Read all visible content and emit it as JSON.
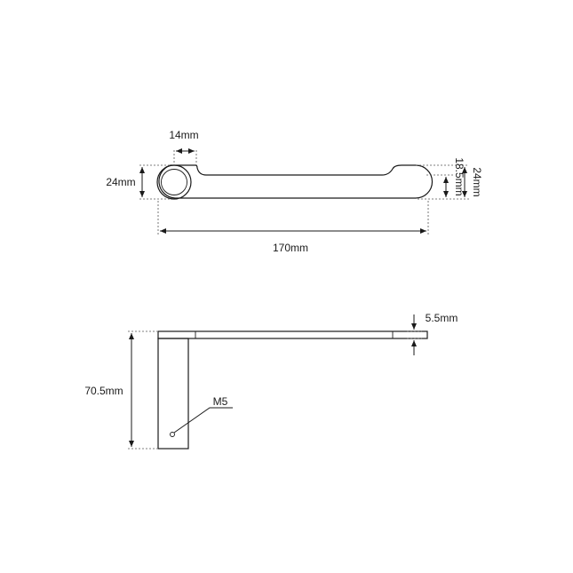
{
  "views": {
    "top": {
      "dim_width": "14mm",
      "dim_height_left": "24mm",
      "dim_length": "170mm",
      "dim_height_right_inner": "18.5mm",
      "dim_height_right_outer": "24mm"
    },
    "side": {
      "dim_height": "70.5mm",
      "dim_thickness": "5.5mm",
      "dim_thread": "M5"
    }
  },
  "colors": {
    "line": "#1a1a1a",
    "background": "#ffffff"
  }
}
